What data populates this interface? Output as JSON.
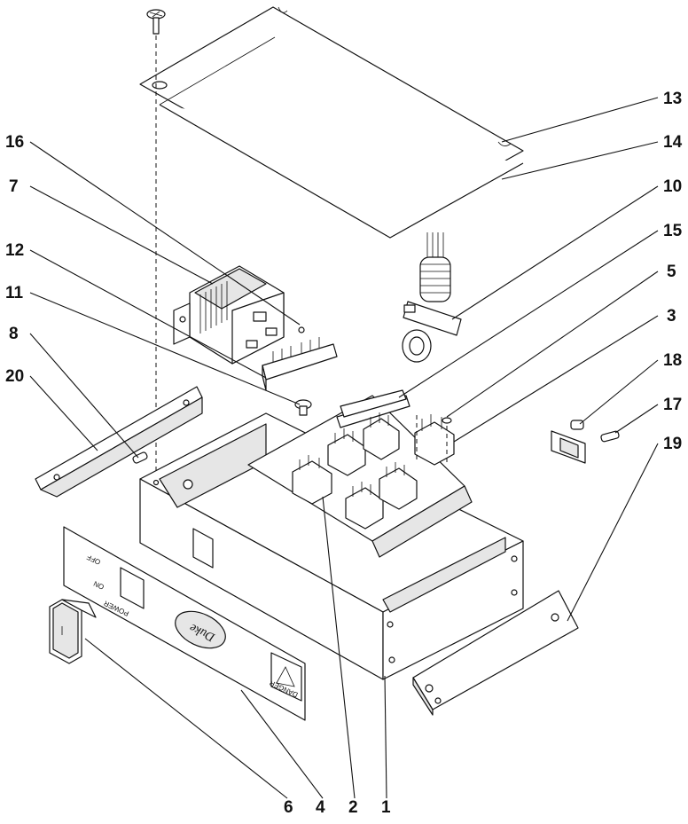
{
  "callouts": {
    "c13": "13",
    "c14": "14",
    "c10": "10",
    "c15": "15",
    "c5": "5",
    "c3": "3",
    "c18": "18",
    "c17": "17",
    "c19": "19",
    "c16": "16",
    "c7": "7",
    "c12": "12",
    "c11": "11",
    "c8": "8",
    "c20": "20",
    "c6": "6",
    "c4": "4",
    "c2": "2",
    "c1": "1"
  },
  "front_panel": {
    "off_label": "OFF",
    "on_label": "ON",
    "power_label": "POWER",
    "logo_text": "Duke",
    "warning_label": "DANGER"
  }
}
